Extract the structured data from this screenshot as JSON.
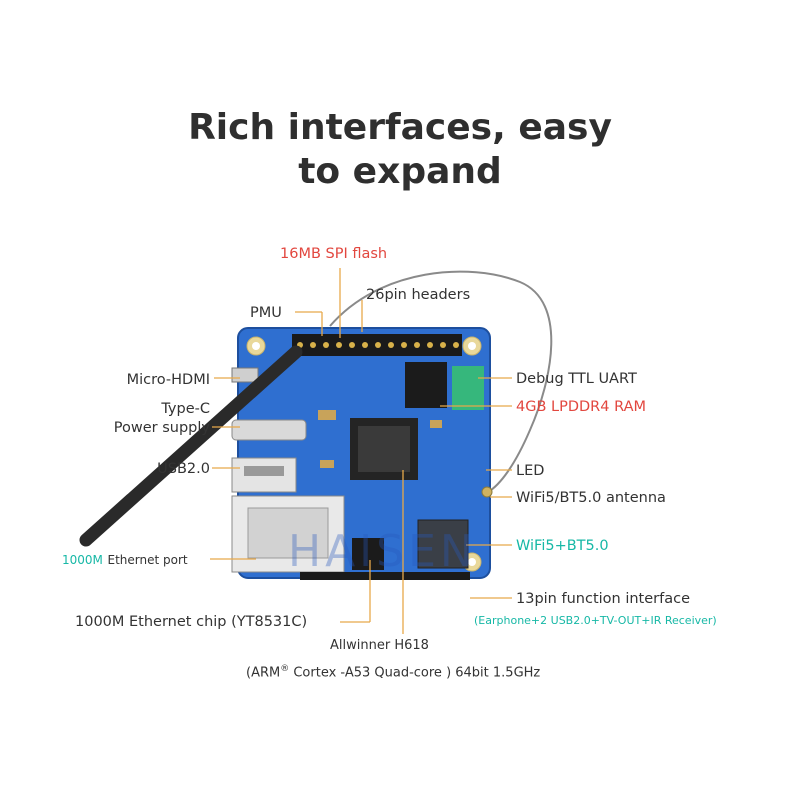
{
  "heading": {
    "line1": "Rich interfaces, easy",
    "line2": "to expand"
  },
  "watermark": "HAISEN",
  "colors": {
    "board": "#2f6fd0",
    "red_label": "#e2473f",
    "teal_label": "#17b8a6",
    "leader_line": "#e7a94a",
    "watermark": "#285abe"
  },
  "labels": {
    "spi_flash": "16MB SPI flash",
    "pmu": "PMU",
    "headers_26pin": "26pin headers",
    "micro_hdmi": "Micro-HDMI",
    "typec_line1": "Type-C",
    "typec_line2": "Power supply",
    "usb2": "USB2.0",
    "eth_port_speed": "1000M",
    "eth_port_text": "Ethernet port",
    "eth_chip": "1000M Ethernet chip (YT8531C)",
    "soc_line1": "Allwinner H618",
    "soc_line2_prefix": "(ARM",
    "soc_line2_mark": "®",
    "soc_line2_rest": " Cortex -A53 Quad-core ) 64bit 1.5GHz",
    "debug_uart": "Debug TTL UART",
    "ram": "4GB LPDDR4 RAM",
    "led": "LED",
    "antenna": "WiFi5/BT5.0 antenna",
    "wifi_module": "WiFi5+BT5.0",
    "function_13pin": "13pin function interface",
    "function_13pin_sub": "(Earphone+2 USB2.0+TV-OUT+IR Receiver)"
  }
}
